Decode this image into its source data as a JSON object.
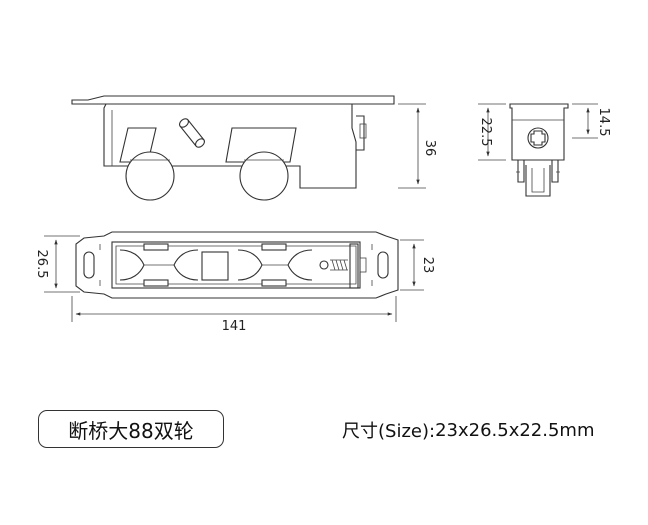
{
  "product": {
    "name": "断桥大88双轮"
  },
  "size": {
    "label": "尺寸(Size):",
    "value": "23x26.5x22.5mm"
  },
  "dimensions": {
    "side_height": "36",
    "end_height": "22.5",
    "end_top": "14.5",
    "plan_width": "26.5",
    "plan_inner": "23",
    "plan_length": "141"
  }
}
